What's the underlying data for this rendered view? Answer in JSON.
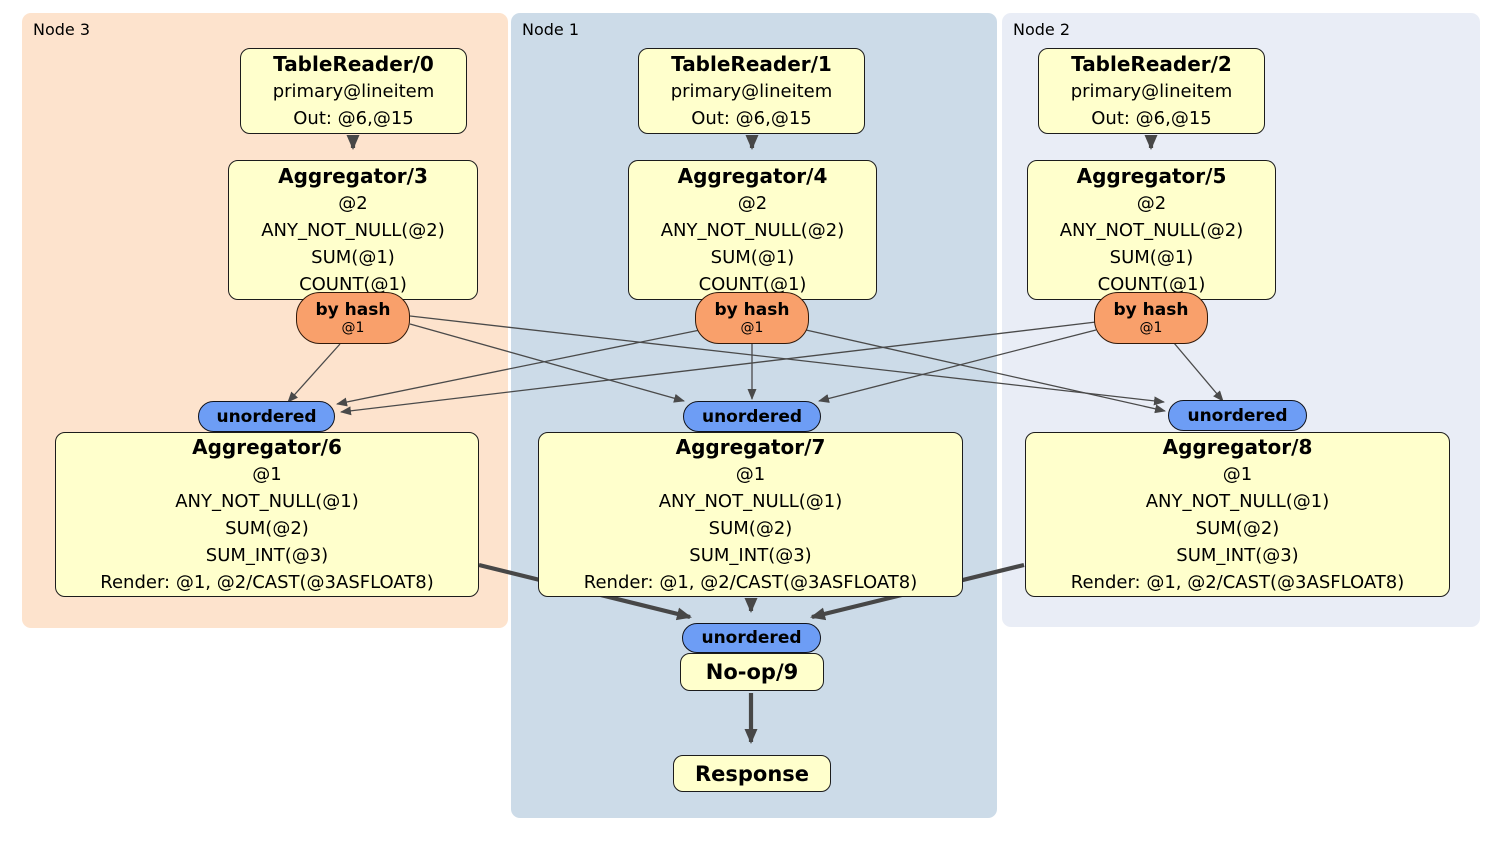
{
  "groups": [
    {
      "label": "Node 3"
    },
    {
      "label": "Node 1"
    },
    {
      "label": "Node 2"
    }
  ],
  "processors": {
    "tr0": {
      "title": "TableReader/0",
      "lines": [
        "primary@lineitem",
        "Out: @6,@15"
      ]
    },
    "tr1": {
      "title": "TableReader/1",
      "lines": [
        "primary@lineitem",
        "Out: @6,@15"
      ]
    },
    "tr2": {
      "title": "TableReader/2",
      "lines": [
        "primary@lineitem",
        "Out: @6,@15"
      ]
    },
    "agg3": {
      "title": "Aggregator/3",
      "lines": [
        "@2",
        "ANY_NOT_NULL(@2)",
        "SUM(@1)",
        "COUNT(@1)"
      ]
    },
    "agg4": {
      "title": "Aggregator/4",
      "lines": [
        "@2",
        "ANY_NOT_NULL(@2)",
        "SUM(@1)",
        "COUNT(@1)"
      ]
    },
    "agg5": {
      "title": "Aggregator/5",
      "lines": [
        "@2",
        "ANY_NOT_NULL(@2)",
        "SUM(@1)",
        "COUNT(@1)"
      ]
    },
    "agg6": {
      "title": "Aggregator/6",
      "lines": [
        "@1",
        "ANY_NOT_NULL(@1)",
        "SUM(@2)",
        "SUM_INT(@3)",
        "Render: @1, @2/CAST(@3ASFLOAT8)"
      ]
    },
    "agg7": {
      "title": "Aggregator/7",
      "lines": [
        "@1",
        "ANY_NOT_NULL(@1)",
        "SUM(@2)",
        "SUM_INT(@3)",
        "Render: @1, @2/CAST(@3ASFLOAT8)"
      ]
    },
    "agg8": {
      "title": "Aggregator/8",
      "lines": [
        "@1",
        "ANY_NOT_NULL(@1)",
        "SUM(@2)",
        "SUM_INT(@3)",
        "Render: @1, @2/CAST(@3ASFLOAT8)"
      ]
    },
    "noop": {
      "title": "No-op/9"
    },
    "response": {
      "title": "Response"
    }
  },
  "routers": {
    "r3": {
      "label": "by hash",
      "detail": "@1"
    },
    "r4": {
      "label": "by hash",
      "detail": "@1"
    },
    "r5": {
      "label": "by hash",
      "detail": "@1"
    }
  },
  "syncs": {
    "s3": {
      "label": "unordered"
    },
    "s1": {
      "label": "unordered"
    },
    "s2": {
      "label": "unordered"
    },
    "sc": {
      "label": "unordered"
    }
  },
  "colors": {
    "node3_bg": "#fde3cd",
    "node1_bg": "#ccdbe8",
    "node2_bg": "#e9edf6",
    "processor_fill": "#ffffcc",
    "router_fill": "#f9a06b",
    "sync_fill": "#6d9df5",
    "edge": "#474747"
  }
}
